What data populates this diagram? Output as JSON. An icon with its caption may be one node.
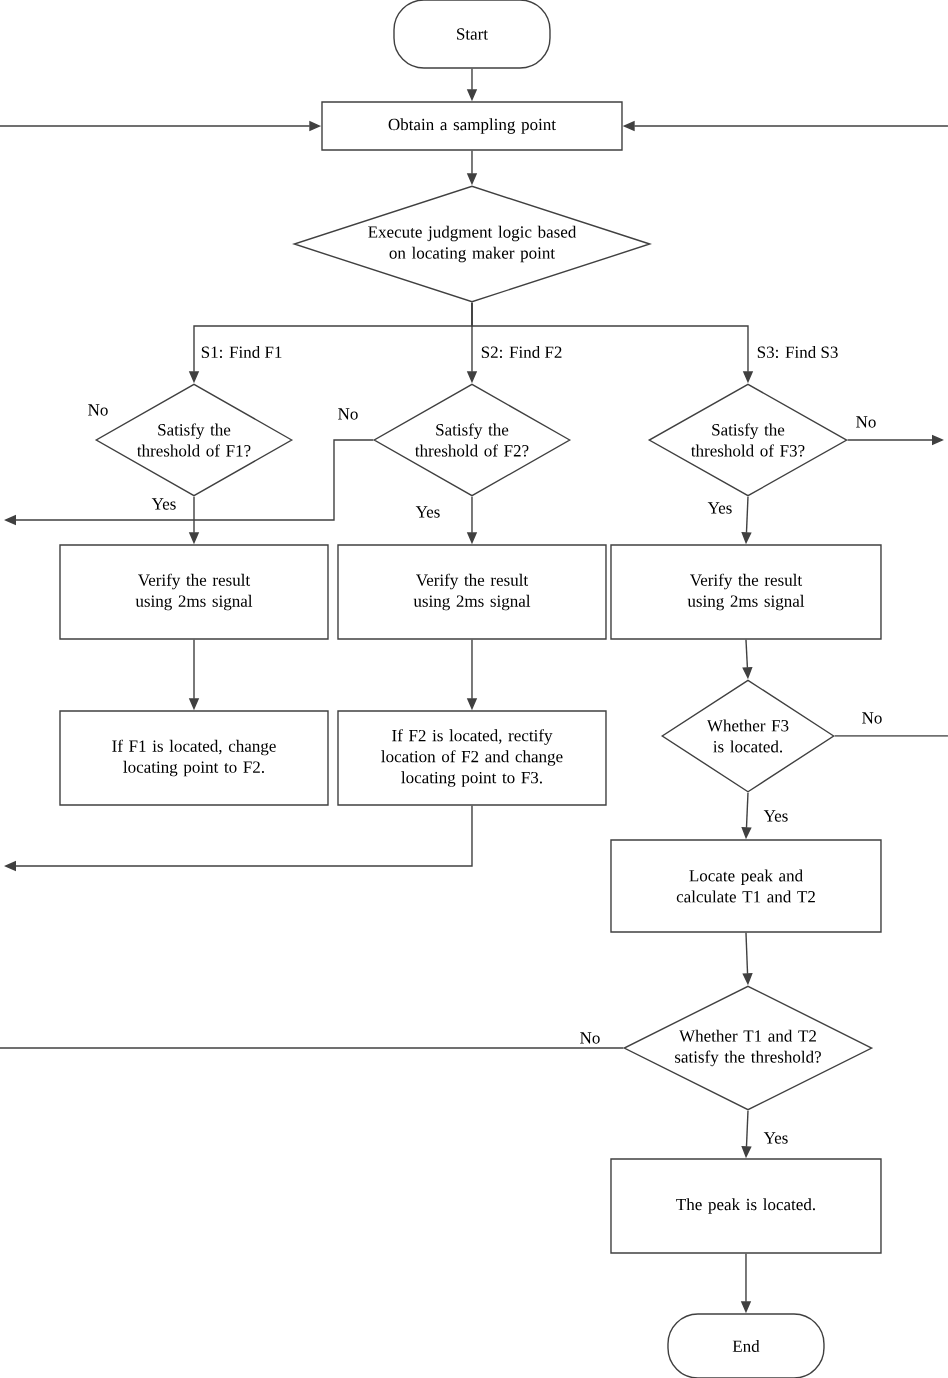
{
  "diagram": {
    "nodes": [
      {
        "text": [
          "Start"
        ]
      },
      {
        "text": [
          "Obtain a sampling point"
        ]
      },
      {
        "text": [
          "Execute judgment logic based on locating maker point"
        ]
      },
      {
        "text": [
          "Satisfy the threshold of F1?"
        ]
      },
      {
        "text": [
          "Satisfy the threshold of F2?"
        ]
      },
      {
        "text": [
          "Satisfy the threshold of F3?"
        ]
      },
      {
        "text": [
          "Verify the result using 2ms signal"
        ]
      },
      {
        "text": [
          "Verify the result using 2ms signal"
        ]
      },
      {
        "text": [
          "Verify the result using 2ms signal"
        ]
      },
      {
        "text": [
          "If F1 is located, change locating point to F2."
        ]
      },
      {
        "text": [
          "If F2 is located, rectify location of F2 and change locating point to F3."
        ]
      },
      {
        "text": [
          "Whether F3 is located."
        ]
      },
      {
        "text": [
          "Locate peak and calculate T1 and T2"
        ]
      },
      {
        "text": [
          "Whether T1 and T2 satisfy the threshold?"
        ]
      },
      {
        "text": [
          "The peak is located."
        ]
      },
      {
        "text": [
          "End"
        ]
      }
    ],
    "edges": [
      {
        "from": 0,
        "to": 1,
        "arrow": "to"
      },
      {
        "from": null,
        "to": 1,
        "arrow": "to"
      },
      {
        "from": null,
        "to": 1,
        "arrow": "to"
      },
      {
        "from": 1,
        "to": 2,
        "arrow": "to"
      },
      {
        "from": 2,
        "to": 3,
        "arrow": "to",
        "label": "S1: Find F1"
      },
      {
        "from": 2,
        "to": 4,
        "arrow": "to",
        "label": "S2: Find F2"
      },
      {
        "from": 2,
        "to": 5,
        "arrow": "to",
        "label": "S3: Find S3"
      },
      {
        "from": 3,
        "to": 6,
        "arrow": "to",
        "label": "Yes"
      },
      {
        "from": 4,
        "to": 7,
        "arrow": "to",
        "label": "Yes"
      },
      {
        "from": 5,
        "to": 8,
        "arrow": "to",
        "label": "Yes"
      },
      {
        "from": 4,
        "to": null,
        "arrow": "to",
        "label": "No"
      },
      {
        "from": 5,
        "to": null,
        "arrow": "to",
        "label": "No"
      },
      {
        "from": 6,
        "to": 9,
        "arrow": "to"
      },
      {
        "from": 7,
        "to": 10,
        "arrow": "to"
      },
      {
        "from": 10,
        "to": null,
        "arrow": "to"
      },
      {
        "from": 8,
        "to": 11,
        "arrow": "to"
      },
      {
        "from": 11,
        "to": 12,
        "arrow": "to",
        "label": "Yes"
      },
      {
        "from": 11,
        "to": null,
        "arrow": "none",
        "label": "No"
      },
      {
        "from": 12,
        "to": 13,
        "arrow": "to"
      },
      {
        "from": 13,
        "to": null,
        "arrow": "none",
        "label": "No"
      },
      {
        "from": 13,
        "to": 14,
        "arrow": "to",
        "label": "Yes"
      },
      {
        "from": 14,
        "to": 15,
        "arrow": "to"
      }
    ],
    "labels": [
      "No"
    ]
  }
}
